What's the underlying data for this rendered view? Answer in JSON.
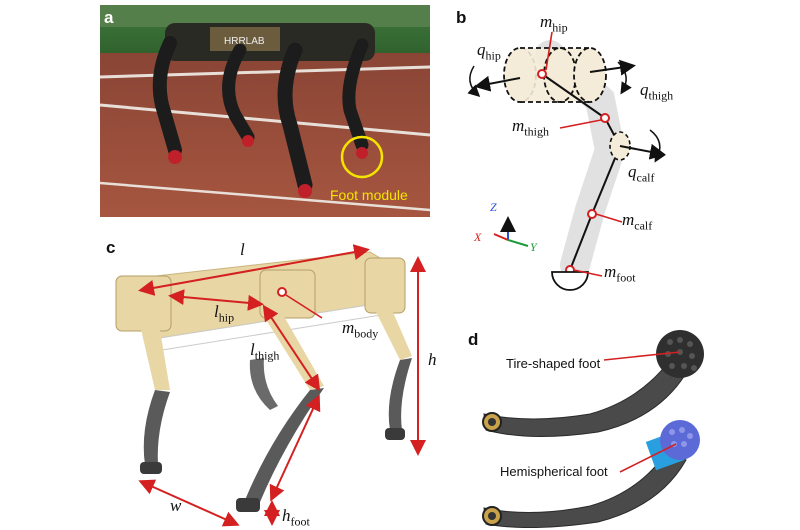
{
  "panels": {
    "a": "a",
    "b": "b",
    "c": "c",
    "d": "d"
  },
  "panel_a": {
    "logo_text": "HRRLAB",
    "foot_module_label": "Foot module"
  },
  "panel_b": {
    "m_hip": "m",
    "m_hip_sub": "hip",
    "q_hip": "q",
    "q_hip_sub": "hip",
    "q_thigh": "q",
    "q_thigh_sub": "thigh",
    "m_thigh": "m",
    "m_thigh_sub": "thigh",
    "q_calf": "q",
    "q_calf_sub": "calf",
    "m_calf": "m",
    "m_calf_sub": "calf",
    "m_foot": "m",
    "m_foot_sub": "foot",
    "axis_z": "Z",
    "axis_x": "X",
    "axis_y": "Y"
  },
  "panel_c": {
    "l": "l",
    "l_hip": "l",
    "l_hip_sub": "hip",
    "l_thigh": "l",
    "l_thigh_sub": "thigh",
    "m_body": "m",
    "m_body_sub": "body",
    "h": "h",
    "w": "w",
    "h_foot": "h",
    "h_foot_sub": "foot"
  },
  "panel_d": {
    "tire_label": "Tire-shaped foot",
    "hemi_label": "Hemispherical foot"
  },
  "colors": {
    "arrow_red": "#d42020",
    "body_tan": "#e8d6a4",
    "leg_gray": "#5a5a5a",
    "track": "#9b4d3b",
    "foot_circle": "#f5e400"
  }
}
